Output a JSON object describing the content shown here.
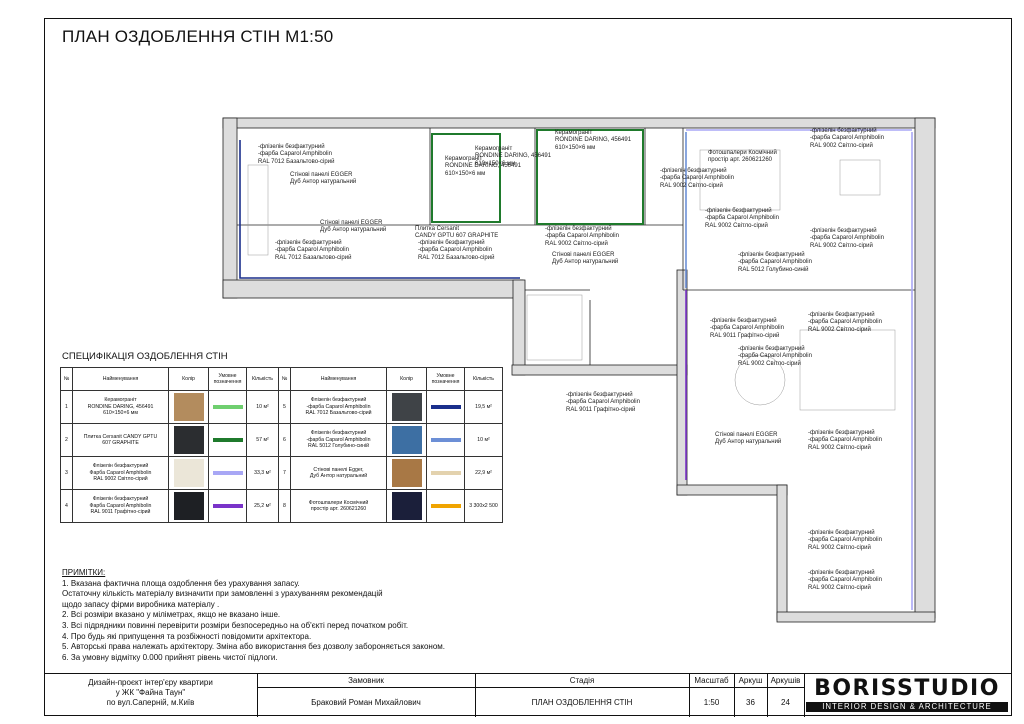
{
  "title": "ПЛАН ОЗДОБЛЕННЯ СТІН М1:50",
  "plan": {
    "labels": [
      {
        "id": "l1",
        "lines": [
          "-флізелін безфактурний",
          "-фарба Caparol Amphibolin",
          "RAL 7012 Базальтово-сірий"
        ]
      },
      {
        "id": "l2",
        "lines": [
          "Стінові панелі EGGER",
          "Дуб Антор натуральний"
        ]
      },
      {
        "id": "l3",
        "lines": [
          "Стінові панелі EGGER",
          "Дуб Антор натуральний"
        ]
      },
      {
        "id": "l4",
        "lines": [
          "-флізелін безфактурний",
          "-фарба Caparol Amphibolin",
          "RAL 7012 Базальтово-сірий"
        ]
      },
      {
        "id": "l5",
        "lines": [
          "Плитка Cersanit",
          "CANDY GPTU 607 GRAPHITE"
        ]
      },
      {
        "id": "l6",
        "lines": [
          "-флізелін безфактурний",
          "-фарба Caparol Amphibolin",
          "RAL 7012 Базальтово-сірий"
        ]
      },
      {
        "id": "l7",
        "lines": [
          "Керамограніт",
          "RONDINE DARING, 456491",
          "610×150×6 мм"
        ]
      },
      {
        "id": "l8",
        "lines": [
          "Керамограніт",
          "RONDINE DARING, 456491",
          "610×150×6 мм"
        ]
      },
      {
        "id": "l9",
        "lines": [
          "Керамограніт",
          "RONDINE DARING, 456491",
          "610×150×6 мм"
        ]
      },
      {
        "id": "l10",
        "lines": [
          "-флізелін безфактурний",
          "-фарба Caparol Amphibolin",
          "RAL 9002 Світло-сірий"
        ]
      },
      {
        "id": "l11",
        "lines": [
          "Стінові панелі EGGER",
          "Дуб Антор натуральний"
        ]
      },
      {
        "id": "l12",
        "lines": [
          "Фотошпалери Космічний",
          "простір арт. 260621260"
        ]
      },
      {
        "id": "l13",
        "lines": [
          "-флізелін безфактурний",
          "-фарба Caparol Amphibolin",
          "RAL 9002 Світло-сірий"
        ]
      },
      {
        "id": "l14",
        "lines": [
          "-флізелін безфактурний",
          "-фарба Caparol Amphibolin",
          "RAL 9002 Світло-сірий"
        ]
      },
      {
        "id": "l15",
        "lines": [
          "-флізелін безфактурний",
          "-фарба Caparol Amphibolin",
          "RAL 9002 Світло-сірий"
        ]
      },
      {
        "id": "l16",
        "lines": [
          "-флізелін безфактурний",
          "-фарба Caparol Amphibolin",
          "RAL 9002 Світло-сірий"
        ]
      },
      {
        "id": "l17",
        "lines": [
          "-флізелін безфактурний",
          "-фарба Caparol Amphibolin",
          "RAL 5012 Голубино-синій"
        ]
      },
      {
        "id": "l18",
        "lines": [
          "-флізелін безфактурний",
          "-фарба Caparol Amphibolin",
          "RAL 9011 Графітно-сірий"
        ]
      },
      {
        "id": "l19",
        "lines": [
          "-флізелін безфактурний",
          "-фарба Caparol Amphibolin",
          "RAL 9002 Світло-сірий"
        ]
      },
      {
        "id": "l20",
        "lines": [
          "-флізелін безфактурний",
          "-фарба Caparol Amphibolin",
          "RAL 9002 Світло-сірий"
        ]
      },
      {
        "id": "l21",
        "lines": [
          "-флізелін безфактурний",
          "-фарба Caparol Amphibolin",
          "RAL 9011 Графітно-сірий"
        ]
      },
      {
        "id": "l22",
        "lines": [
          "Стінові панелі EGGER",
          "Дуб Антор натуральний"
        ]
      },
      {
        "id": "l23",
        "lines": [
          "-флізелін безфактурний",
          "-фарба Caparol Amphibolin",
          "RAL 9002 Світло-сірий"
        ]
      },
      {
        "id": "l24",
        "lines": [
          "-флізелін безфактурний",
          "-фарба Caparol Amphibolin",
          "RAL 9002 Світло-сірий"
        ]
      },
      {
        "id": "l25",
        "lines": [
          "-флізелін безфактурний",
          "-фарба Caparol Amphibolin",
          "RAL 9002 Світло-сірий"
        ]
      }
    ]
  },
  "spec": {
    "title": "СПЕЦИФІКАЦІЯ ОЗДОБЛЕННЯ СТІН",
    "headers": {
      "no": "№",
      "name": "Найменування",
      "color": "Колір",
      "legend": "Умовне позначення",
      "qty": "Кількість"
    },
    "left": [
      {
        "no": "1",
        "name": "Керамограніт\nRONDINE DARING, 456491\n610×150×6 мм",
        "qty": "10 м²",
        "swatch": "#b38c5e",
        "bar": "#6fcf6f"
      },
      {
        "no": "2",
        "name": "Плитка Cersanit CANDY GPTU\n607 GRAPHITE",
        "qty": "57 м²",
        "swatch": "#2b2d30",
        "bar": "#1f7a2c"
      },
      {
        "no": "3",
        "name": "Флізелін безфактурний\nФарба Caparol Amphibolin\nRAL 9002 Світло-сірий",
        "qty": "33,3 м²",
        "swatch": "#ebe6d8",
        "bar": "#a8a7f5"
      },
      {
        "no": "4",
        "name": "Флізелін безфактурний\nФарба Caparol Amphibolin\nRAL 9011 Графітно-сірий",
        "qty": "25,2 м²",
        "swatch": "#1e2024",
        "bar": "#7a33c9"
      }
    ],
    "right": [
      {
        "no": "5",
        "name": "Флізелін безфактурний\n-фарба Caparol Amphibolin\nRAL 7012 Базальтово-сірий",
        "qty": "19,5 м²",
        "swatch": "#3f4347",
        "bar": "#1a2f8c"
      },
      {
        "no": "6",
        "name": "Флізелін безфактурний\n-фарба Caparol Amphibolin\nRAL 5012 Голубино-синій",
        "qty": "10 м²",
        "swatch": "#3d6fa3",
        "bar": "#6c8fd6"
      },
      {
        "no": "7",
        "name": "Стінові панелі Egger,\nДуб Антор натуральний",
        "qty": "22,9 м²",
        "swatch": "#a87845",
        "bar": "#e3d2ae"
      },
      {
        "no": "8",
        "name": "Фотошпалери Космічний\nпростір арт. 260621260",
        "qty": "3 300х2 500",
        "swatch": "#1b1f3a",
        "bar": "#f0a400"
      }
    ]
  },
  "notes": {
    "heading": "ПРИМІТКИ:",
    "lines": [
      "1.  Вказана фактична площа оздоблення без урахування запасу.",
      "Остаточну кількість матеріалу визначити при замовленні з урахуванням рекомендацій",
      "щодо запасу фірми виробника матеріалу .",
      "2. Всі розміри вказано у міліметрах, якщо не вказано інше.",
      "3. Всі підрядники повинні перевірити розміри безпосередньо на об'єкті перед початком робіт.",
      "4. Про будь які припущення та розбіжності повідомити архітектора.",
      "5. Авторські права належать архітектору. Зміна або використання без дозволу забороняється законом.",
      "6. За умовну відмітку 0.000 прийнят рівень чистої підлоги."
    ]
  },
  "titleblock": {
    "project": "Дизайн-проєкт інтер'єру квартири\nу ЖК \"Файна Таун\"\nпо вул.Саперній, м.Київ",
    "customer_label": "Замовник",
    "customer": "Браковий Роман Михайлович",
    "stage_label": "Стадія",
    "stage": "ПЛАН ОЗДОБЛЕННЯ СТІН",
    "scale_label": "Масштаб",
    "scale": "1:50",
    "sheet_label": "Аркуш",
    "sheet": "36",
    "sheets_label": "Аркушів",
    "sheets": "24",
    "logo": "BORISSTUDIO",
    "logo_sub": "INTERIOR DESIGN & ARCHITECTURE"
  }
}
